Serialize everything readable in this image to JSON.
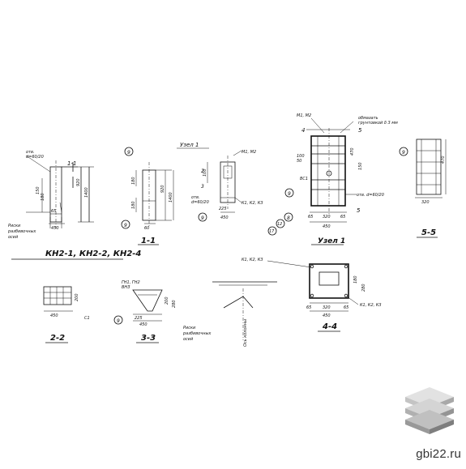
{
  "title": "КН2-1, КН2-2, КН2-4",
  "sections": {
    "s11": "1-1",
    "s22": "2-2",
    "s33": "3-3",
    "s44": "4-4",
    "s55": "5-5",
    "node1": "Узел 1",
    "node1_ref": "Узел 1"
  },
  "callouts": {
    "c9": "9",
    "c8": "8",
    "c12": "12",
    "c17": "17",
    "c2": "2",
    "c3": "3",
    "c4": "4",
    "c5": "5"
  },
  "notes": {
    "otv_a": "отв.",
    "otv_a2": "d=60/20",
    "riski_a": "Риски",
    "riski_b": "разбивочных",
    "riski_c": "осей",
    "m1m2": "М1, М2",
    "m1m2b": "М1, М2",
    "otv_b": "отв.",
    "otv_b2": "d=60/20",
    "k1k2k3": "К1, К2, К3",
    "obmazat": "обмазать",
    "obmazat2": "грунтовкой δ 3 мм",
    "otv_c": "отв. d=60/20",
    "sc1": "ВС1",
    "c1": "С1",
    "gn": "ГН1, ГН2",
    "gn2": "ВНЗ",
    "k123": "К1, К2, К3",
    "k123b": "К1, К2, К3",
    "riski2_a": "Риски",
    "riski2_b": "разбивочных",
    "riski2_c": "осей",
    "os_kolonny": "Ось колонны"
  },
  "dims": {
    "d450": "450",
    "d450b": "450",
    "d450c": "450",
    "d450d": "450",
    "d450e": "450",
    "d450f": "450",
    "d320": "320",
    "d320b": "320",
    "d320c": "320",
    "d65": "65",
    "d65b": "65",
    "d65c": "65",
    "d65d": "65",
    "d180": "180",
    "d180b": "180",
    "d180c": "180",
    "d920": "920",
    "d920b": "920",
    "d1400": "1400",
    "d1400b": "1400",
    "d470": "470",
    "d470b": "470",
    "d200": "200",
    "d200b": "200",
    "d280": "280",
    "d150": "150",
    "d100": "100",
    "d100b": "100",
    "d225": "225",
    "d225b": "225",
    "d60": "60",
    "d50": "50"
  },
  "watermark": {
    "site": "gbi22.ru",
    "color_top": "#d9d9d9",
    "color_mid": "#b3b3b3",
    "color_bot": "#8c8c8c"
  }
}
